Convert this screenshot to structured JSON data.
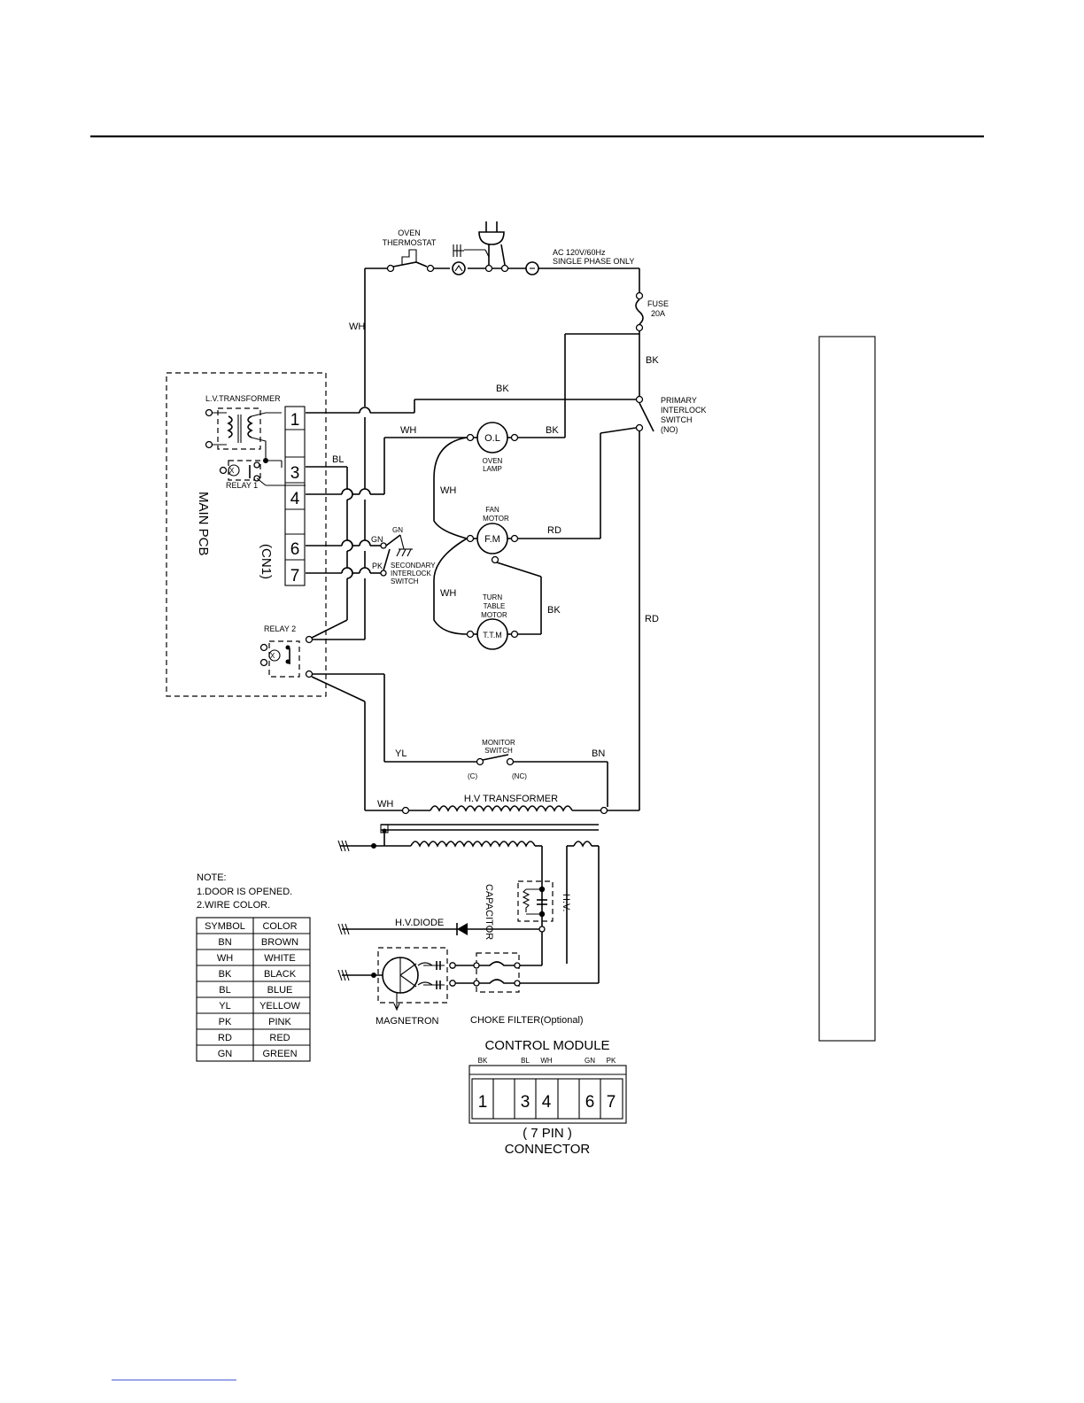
{
  "labels": {
    "oven_thermostat": [
      "OVEN",
      "THERMOSTAT"
    ],
    "ac_supply": [
      "AC 120V/60Hz",
      "SINGLE PHASE ONLY"
    ],
    "fuse": [
      "FUSE",
      "20A"
    ],
    "primary_switch": [
      "PRIMARY",
      "INTERLOCK",
      "SWITCH",
      "(NO)"
    ],
    "lv_transformer": "L.V.TRANSFORMER",
    "relay1": "RELAY 1",
    "relay2": "RELAY 2",
    "main_pcb": "MAIN PCB",
    "cn1": "(CN1)",
    "oven_lamp": [
      "OVEN",
      "LAMP"
    ],
    "oven_lamp_symbol": "O.L",
    "fan_motor": [
      "FAN",
      "MOTOR"
    ],
    "fan_motor_symbol": "F.M",
    "turntable_motor": [
      "TURN",
      "TABLE",
      "MOTOR"
    ],
    "turntable_symbol": "T.T.M",
    "secondary_switch": [
      "SECONDARY",
      "INTERLOCK",
      "SWITCH"
    ],
    "monitor_switch": [
      "MONITOR",
      "SWITCH"
    ],
    "monitor_c": "(C)",
    "monitor_nc": "(NC)",
    "hv_transformer": "H.V TRANSFORMER",
    "hv_capacitor": [
      "H.V.",
      "CAPACITOR"
    ],
    "hv_diode": "H.V.DIODE",
    "magnetron": "MAGNETRON",
    "choke_filter": "CHOKE FILTER(Optional)",
    "control_module": "CONTROL MODULE",
    "connector": [
      "( 7 PIN )",
      "CONNECTOR"
    ]
  },
  "wire_labels": {
    "wh_top": "WH",
    "bk_right": "BK",
    "bk_mid": "BK",
    "wh_lamp": "WH",
    "bk_lamp": "BK",
    "bl": "BL",
    "wh_motors": "WH",
    "wh_motors2": "WH",
    "rd_fan": "RD",
    "bk_ttm": "BK",
    "rd_right": "RD",
    "gn_pin": "GN",
    "gn_ground": "GN",
    "pk_pin": "PK",
    "yl": "YL",
    "bn": "BN",
    "wh_bottom": "WH"
  },
  "cn1_pins": [
    "1",
    "3",
    "4",
    "6",
    "7"
  ],
  "note": {
    "title": "NOTE:",
    "lines": [
      "1.DOOR IS OPENED.",
      "2.WIRE COLOR."
    ]
  },
  "color_table": {
    "headers": [
      "SYMBOL",
      "COLOR"
    ],
    "rows": [
      [
        "BN",
        "BROWN"
      ],
      [
        "WH",
        "WHITE"
      ],
      [
        "BK",
        "BLACK"
      ],
      [
        "BL",
        "BLUE"
      ],
      [
        "YL",
        "YELLOW"
      ],
      [
        "PK",
        "PINK"
      ],
      [
        "RD",
        "RED"
      ],
      [
        "GN",
        "GREEN"
      ]
    ]
  },
  "connector_module": {
    "wire_codes": [
      "BK",
      "BL",
      "WH",
      "GN",
      "PK"
    ],
    "pins": [
      "1",
      "3",
      "4",
      "6",
      "7"
    ]
  }
}
